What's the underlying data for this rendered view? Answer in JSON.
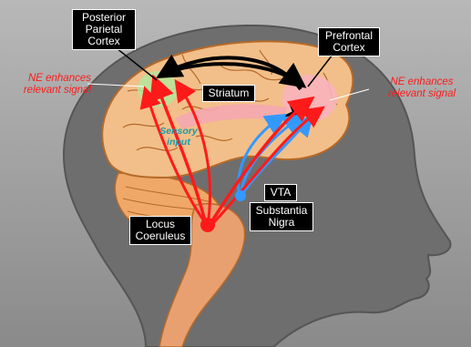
{
  "labels": {
    "ppc": [
      "Posterior",
      "Parietal",
      "Cortex"
    ],
    "pfc": [
      "Prefrontal",
      "Cortex"
    ],
    "striatum": "Striatum",
    "vta": "VTA",
    "sn": [
      "Substantia",
      "Nigra"
    ],
    "lc": [
      "Locus",
      "Coeruleus"
    ],
    "sensory": [
      "Sensory",
      "input"
    ],
    "ne_left": [
      "NE enhances",
      "relevant signal"
    ],
    "ne_right": [
      "NE enhances",
      "relevant signal"
    ]
  },
  "colors": {
    "background": "#9a9a9a",
    "head": "#6e6e6e",
    "cortex": "#f2bf8a",
    "cerebellum": "#f0a868",
    "brainstem": "#e8a070",
    "ne_pathway": "#ff1a1a",
    "da_pathway": "#3399ff",
    "cortical_pathway": "#000000",
    "striatum_region": "#f5a7b0",
    "pfc_region": "#f9b3bb",
    "ppc_region": "#b6e59a"
  }
}
